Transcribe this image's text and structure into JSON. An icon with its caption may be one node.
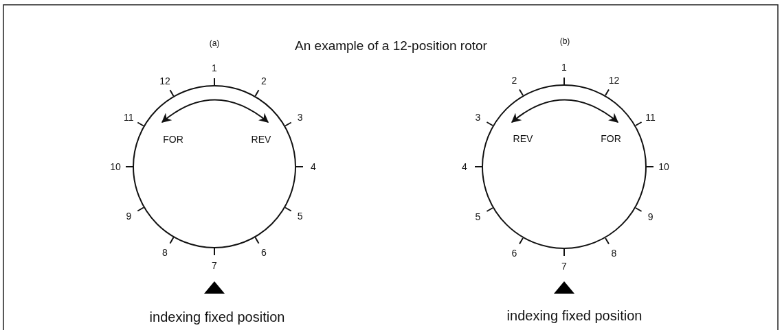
{
  "diagram": {
    "title": "An example of a 12-position rotor",
    "nodes": [
      {
        "text": [
          "FOR",
          "REV"
        ]
      },
      {
        "text": [
          "REV",
          "FOR"
        ]
      }
    ],
    "labels": [
      "(a)",
      "(b)",
      "1",
      "2",
      "3",
      "4",
      "5",
      "6",
      "7",
      "8",
      "9",
      "10",
      "11",
      "12",
      "1",
      "12",
      "11",
      "10",
      "9",
      "8",
      "7",
      "6",
      "5",
      "4",
      "3",
      "2",
      "indexing fixed position",
      "indexing fixed position"
    ]
  }
}
